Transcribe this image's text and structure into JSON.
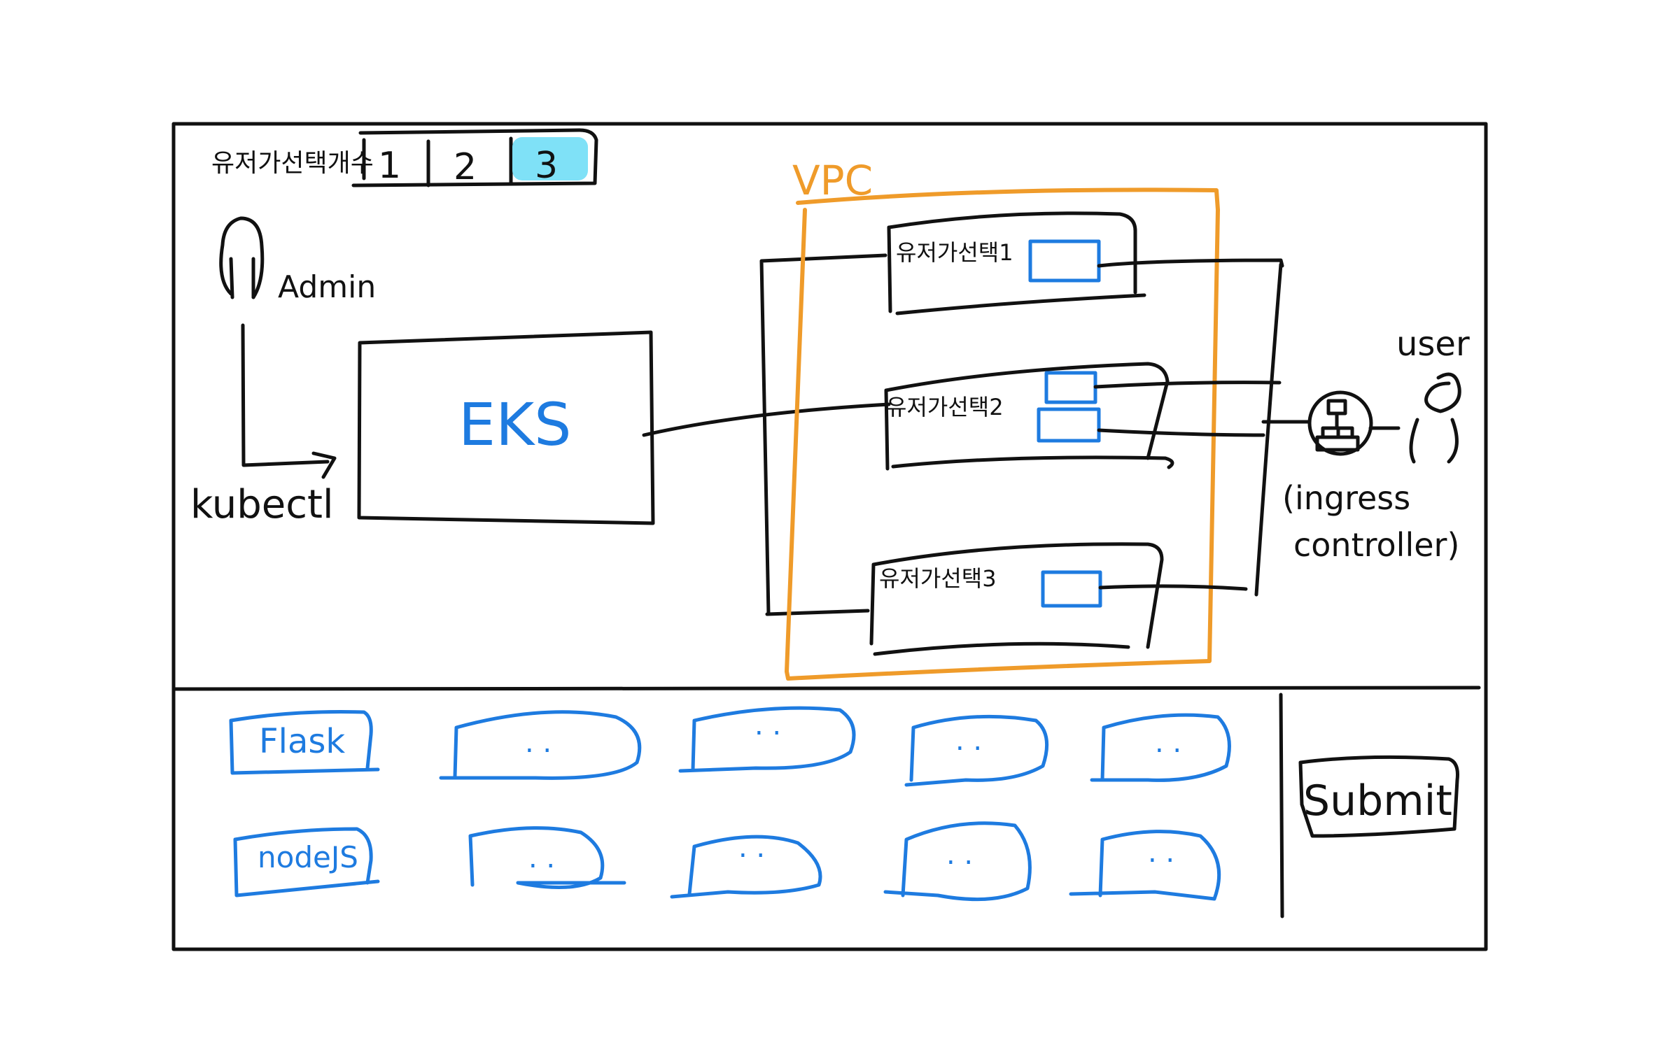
{
  "colors": {
    "ink": "#111111",
    "blue": "#1e7be0",
    "orange": "#ef9b2a",
    "selected_tab": "#7fe1f7"
  },
  "header": {
    "tabs_label": "유저가선택개수",
    "tabs": [
      "1",
      "2",
      "3"
    ],
    "selected_tab": "3"
  },
  "diagram": {
    "admin_label": "Admin",
    "kubectl_label": "kubectl",
    "eks_label": "EKS",
    "vpc_label": "VPC",
    "instances": [
      "유저가선택1",
      "유저가선택2",
      "유저가선택3"
    ],
    "ingress_label_line1": "(ingress",
    "ingress_label_line2": "controller)",
    "user_label": "user",
    "icons": [
      "person-icon",
      "load-balancer-icon"
    ]
  },
  "bottom": {
    "options": [
      "Flask",
      "nodeJS"
    ],
    "placeholder_option": ". .",
    "submit_label": "Submit"
  }
}
